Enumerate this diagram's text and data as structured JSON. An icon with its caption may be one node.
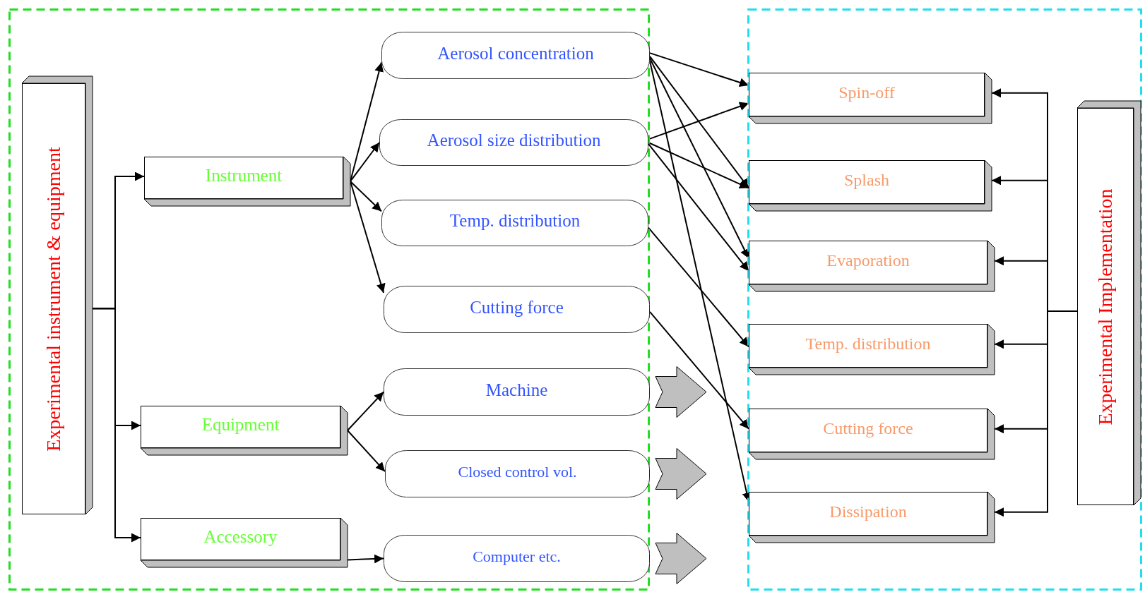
{
  "diagram": {
    "nodes": [
      {
        "text": [],
        "shape": "box"
      },
      {
        "text": [
          "Experimental instrument & equipment"
        ],
        "in": 0
      },
      {
        "text": [
          "Instrument"
        ],
        "in": 0
      },
      {
        "text": [
          "Equipment"
        ],
        "in": 0
      },
      {
        "text": [
          "Accessory"
        ],
        "in": 0
      },
      {
        "text": [
          "Aerosol concentration"
        ],
        "in": 0
      },
      {
        "text": [
          "Aerosol size distribution"
        ],
        "in": 0
      },
      {
        "text": [
          "Temp. distribution"
        ],
        "in": 0
      },
      {
        "text": [
          "Cutting force"
        ],
        "in": 0
      },
      {
        "text": [
          "Machine"
        ],
        "in": 0
      },
      {
        "text": [
          "Closed control vol."
        ],
        "in": 0
      },
      {
        "text": [
          "Computer etc."
        ],
        "in": 0
      },
      {
        "text": [],
        "shape": "box"
      },
      {
        "text": [
          "Spin-off"
        ],
        "in": 12
      },
      {
        "text": [
          "Splash"
        ],
        "in": 12
      },
      {
        "text": [
          "Evaporation"
        ],
        "in": 12
      },
      {
        "text": [
          "Temp. distribution"
        ],
        "in": 12
      },
      {
        "text": [
          "Cutting force"
        ],
        "in": 12
      },
      {
        "text": [
          "Dissipation"
        ],
        "in": 12
      },
      {
        "text": [
          "Experimental Implementation"
        ],
        "in": 12
      }
    ],
    "edges": [
      {
        "from": 1,
        "to": 2,
        "arrow": "to"
      },
      {
        "from": 1,
        "to": 3,
        "arrow": "to"
      },
      {
        "from": 1,
        "to": 4,
        "arrow": "to"
      },
      {
        "from": 2,
        "to": 5,
        "arrow": "to"
      },
      {
        "from": 2,
        "to": 6,
        "arrow": "to"
      },
      {
        "from": 2,
        "to": 7,
        "arrow": "to"
      },
      {
        "from": 2,
        "to": 8,
        "arrow": "to"
      },
      {
        "from": 3,
        "to": 9,
        "arrow": "to"
      },
      {
        "from": 3,
        "to": 10,
        "arrow": "to"
      },
      {
        "from": 4,
        "to": 11,
        "arrow": "to"
      },
      {
        "from": 5,
        "to": 13,
        "arrow": "to"
      },
      {
        "from": 5,
        "to": 14,
        "arrow": "to"
      },
      {
        "from": 5,
        "to": 15,
        "arrow": "to"
      },
      {
        "from": 5,
        "to": 18,
        "arrow": "to"
      },
      {
        "from": 6,
        "to": 13,
        "arrow": "to"
      },
      {
        "from": 6,
        "to": 14,
        "arrow": "to"
      },
      {
        "from": 6,
        "to": 15,
        "arrow": "to"
      },
      {
        "from": 7,
        "to": 16,
        "arrow": "to"
      },
      {
        "from": 8,
        "to": 17,
        "arrow": "to"
      },
      {
        "from": 9,
        "to": 12,
        "arrow": "to",
        "style": "thick"
      },
      {
        "from": 10,
        "to": 12,
        "arrow": "to",
        "style": "thick"
      },
      {
        "from": 11,
        "to": 12,
        "arrow": "to",
        "style": "thick"
      },
      {
        "from": 19,
        "to": 13,
        "arrow": "to"
      },
      {
        "from": 19,
        "to": 14,
        "arrow": "to"
      },
      {
        "from": 19,
        "to": 15,
        "arrow": "to"
      },
      {
        "from": 19,
        "to": 16,
        "arrow": "to"
      },
      {
        "from": 19,
        "to": 17,
        "arrow": "to"
      },
      {
        "from": 19,
        "to": 18,
        "arrow": "to"
      }
    ]
  }
}
